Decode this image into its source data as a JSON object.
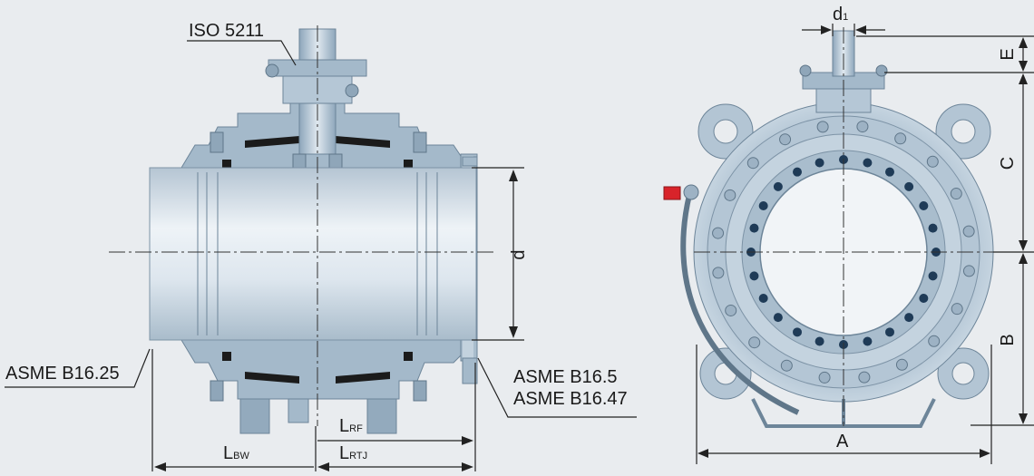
{
  "labels": {
    "iso": "ISO 5211",
    "asme_b1625": "ASME B16.25",
    "asme_b165": "ASME B16.5",
    "asme_b1647": "ASME B16.47",
    "d": "d",
    "l_rf_main": "L",
    "l_rf_sub": "RF",
    "l_rtj_main": "L",
    "l_rtj_sub": "RTJ",
    "l_bw_main": "L",
    "l_bw_sub": "BW",
    "d1_main": "d",
    "d1_sub": "1",
    "e": "E",
    "c": "C",
    "b": "B",
    "a": "A"
  },
  "colors": {
    "background": "#e9ecef",
    "body_steel": "#9fb4c6",
    "body_light": "#c9d7e2",
    "bore": "#d8e1e9",
    "seal_black": "#1b1b1b",
    "valve_red": "#d8232a"
  }
}
